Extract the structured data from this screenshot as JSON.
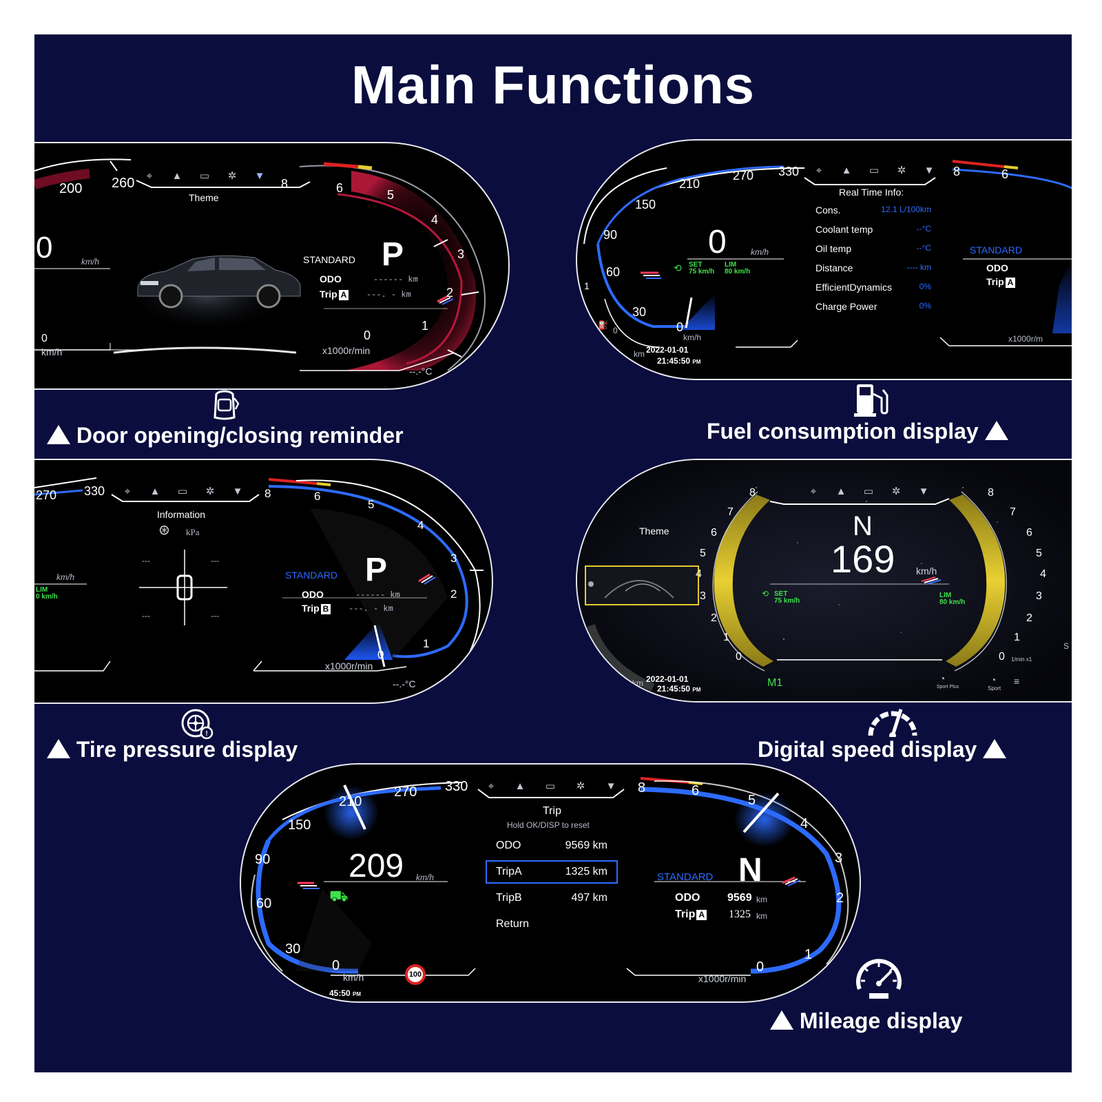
{
  "title": "Main Functions",
  "colors": {
    "background": "#0a0d3d",
    "accent_blue": "#2d6bff",
    "accent_red": "#c4213a",
    "accent_yellow": "#e4cc2c",
    "accent_green": "#3ee24a"
  },
  "status_icons": [
    "location-pin-icon",
    "warning-triangle-icon",
    "car-icon",
    "gear-icon",
    "shirt-icon"
  ],
  "features": [
    {
      "caption": "Door opening/closing reminder",
      "icon": "car-door-icon"
    },
    {
      "caption": "Fuel consumption display",
      "icon": "fuel-pump-icon"
    },
    {
      "caption": "Tire pressure display",
      "icon": "tire-icon"
    },
    {
      "caption": "Digital speed display",
      "icon": "speedometer-icon"
    },
    {
      "caption": "Mileage display",
      "icon": "gauge-icon"
    }
  ],
  "panel1": {
    "speed_ticks": [
      "200",
      "260"
    ],
    "speed_value": "0",
    "speed_unit": "km/h",
    "speed_min": "0",
    "speed_min_unit": "km/h",
    "menu_title": "Theme",
    "mode": "STANDARD",
    "gear": "P",
    "odo_label": "ODO",
    "odo_value": "------ km",
    "trip_label": "Trip",
    "trip_badge": "A",
    "trip_value": "---. - km",
    "rpm_ticks": [
      "8",
      "6",
      "5",
      "4",
      "3",
      "2",
      "1",
      "0"
    ],
    "rpm_unit": "x1000r/min",
    "temp": "--.-°C"
  },
  "panel2": {
    "speed_ticks": [
      "330",
      "270",
      "210",
      "150",
      "90",
      "60",
      "30",
      "0"
    ],
    "speed_value": "0",
    "speed_unit": "km/h",
    "set_label": "SET",
    "set_value": "75 km/h",
    "lim_label": "LIM",
    "lim_value": "80 km/h",
    "date": "2022-01-01",
    "time": "21:45:50",
    "ampm": "PM",
    "odo_unit": "km",
    "fuel_level": "0",
    "info_title": "Real Time Info:",
    "info_rows": [
      {
        "label": "Cons.",
        "value": "12.1 L/100km"
      },
      {
        "label": "Coolant temp",
        "value": "--°C"
      },
      {
        "label": "Oil temp",
        "value": "--°C"
      },
      {
        "label": "Distance",
        "value": "---- km"
      },
      {
        "label": "EfficientDynamics",
        "value": "0%"
      },
      {
        "label": "Charge Power",
        "value": "0%"
      }
    ],
    "rpm_ticks": [
      "8",
      "6"
    ],
    "mode": "STANDARD",
    "odo_label": "ODO",
    "trip_label": "Trip",
    "trip_badge": "A",
    "rpm_unit": "x1000r/m",
    "fuel_marker": "1"
  },
  "panel3": {
    "speed_ticks": [
      "270",
      "330"
    ],
    "speed_unit": "km/h",
    "lim_label": "LIM",
    "lim_value": "0 km/h",
    "menu_title": "Information",
    "pressure_unit": "kPa",
    "tire_values": [
      "---",
      "---",
      "---",
      "---"
    ],
    "mode": "STANDARD",
    "gear": "P",
    "odo_label": "ODO",
    "odo_value": "------ km",
    "trip_label": "Trip",
    "trip_badge": "B",
    "trip_value": "---. - km",
    "rpm_ticks": [
      "8",
      "6",
      "5",
      "4",
      "3",
      "2",
      "1",
      "0"
    ],
    "rpm_unit": "x1000r/min",
    "temp": "--.-°C"
  },
  "panel4": {
    "menu_title": "Theme",
    "left_ticks": [
      "8",
      "7",
      "6",
      "5",
      "4",
      "3",
      "2",
      "1",
      "0"
    ],
    "right_ticks": [
      "8",
      "7",
      "6",
      "5",
      "4",
      "3",
      "2",
      "1",
      "0"
    ],
    "gear": "N",
    "speed_value": "169",
    "speed_unit": "km/h",
    "set_label": "SET",
    "set_value": "75 km/h",
    "lim_label": "LIM",
    "lim_value": "80 km/h",
    "date": "2022-01-01",
    "time": "21:45:50",
    "ampm": "PM",
    "odo_unit": "km",
    "drive_mode": "M1",
    "sport_plus": "Sport Plus",
    "sport": "Sport",
    "rpm_unit": "1/min x1",
    "edge_label": "S"
  },
  "panel5": {
    "speed_ticks": [
      "330",
      "270",
      "210",
      "150",
      "90",
      "60",
      "30",
      "0"
    ],
    "speed_value": "209",
    "speed_unit": "km/h",
    "speed_bottom_unit": "km/h",
    "time": "45:50",
    "ampm": "PM",
    "speed_limit_sign": "100",
    "menu_title": "Trip",
    "menu_hint": "Hold OK/DISP to reset",
    "trip_rows": [
      {
        "label": "ODO",
        "value": "9569 km",
        "selected": false
      },
      {
        "label": "TripA",
        "value": "1325 km",
        "selected": true
      },
      {
        "label": "TripB",
        "value": "497 km",
        "selected": false
      },
      {
        "label": "Return",
        "value": "",
        "selected": false
      }
    ],
    "mode": "STANDARD",
    "gear": "N",
    "odo_label": "ODO",
    "odo_value": "9569",
    "odo_unit": "km",
    "trip_label": "Trip",
    "trip_badge": "A",
    "trip_value": "1325",
    "trip_unit": "km",
    "rpm_ticks": [
      "8",
      "6",
      "5",
      "4",
      "3",
      "2",
      "1",
      "0"
    ],
    "rpm_unit": "x1000r/min"
  }
}
